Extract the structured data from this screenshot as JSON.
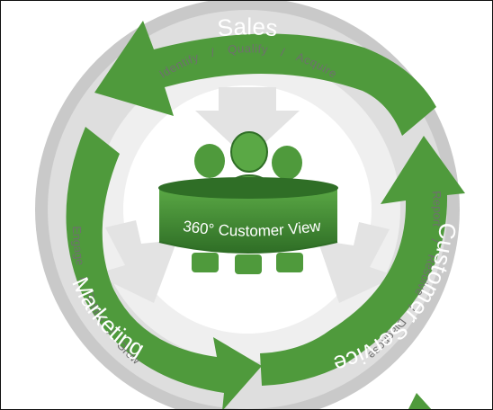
{
  "center": {
    "label": "360° Customer View"
  },
  "cycles": [
    {
      "name": "Sales",
      "steps": [
        "Identify",
        "/",
        "Qualify",
        "/",
        "Acquire"
      ]
    },
    {
      "name": "Customer Service",
      "steps": [
        "Report",
        "/",
        "Resolve",
        "/",
        "Diagnose"
      ]
    },
    {
      "name": "Marketing",
      "steps": [
        "Engage",
        "/",
        "Retain",
        "/",
        "Grow"
      ]
    }
  ],
  "colors": {
    "green": "#4f9a3c",
    "green_dark": "#2f6e26",
    "ring": "#d9d9d9",
    "ring_outer": "#c6c6c6",
    "inner_arrow": "#e7e7e7",
    "text_gray": "#6f6f6f"
  }
}
